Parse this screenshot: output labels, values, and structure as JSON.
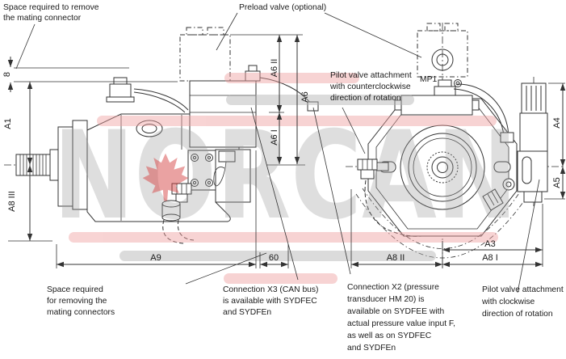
{
  "watermark": {
    "text": "NORCAN"
  },
  "dims": {
    "d8": "8",
    "a1": "A1",
    "a8iii": "A8 III",
    "a6ii": "A6 II",
    "a6": "A6",
    "a6i": "A6 I",
    "a9": "A9",
    "d60": "60",
    "a8ii": "A8 II",
    "a8i": "A8 I",
    "a3": "A3",
    "a4": "A4",
    "a5": "A5"
  },
  "labels": {
    "mp1": "MP1"
  },
  "annotations": {
    "space_top": [
      "Space required to remove",
      "the mating connector"
    ],
    "preload": "Preload valve (optional)",
    "pilot_ccw": [
      "Pilot valve attachment",
      "with counterclockwise",
      "direction of rotation"
    ],
    "space_bottom": [
      "Space required",
      "for removing the",
      "mating connectors"
    ],
    "x3": [
      "Connection X3 (CAN bus)",
      "is available with SYDFEC",
      "and SYDFEn"
    ],
    "x2": [
      "Connection X2 (pressure",
      "transducer HM 20) is",
      "available on SYDFEE with",
      "actual pressure value input F,",
      "as well as on SYDFEC",
      "and SYDFEn"
    ],
    "pilot_cw": [
      "Pilot valve attachment",
      "with clockwise",
      "direction of rotation"
    ]
  },
  "colors": {
    "line": "#333333",
    "text": "#1a1a1a",
    "stripe_pink": "#ef9f9f",
    "stripe_gray": "#b0b0b0",
    "watermark_gray": "#9a9a9a",
    "leaf_red": "#d64545",
    "background": "#ffffff"
  }
}
